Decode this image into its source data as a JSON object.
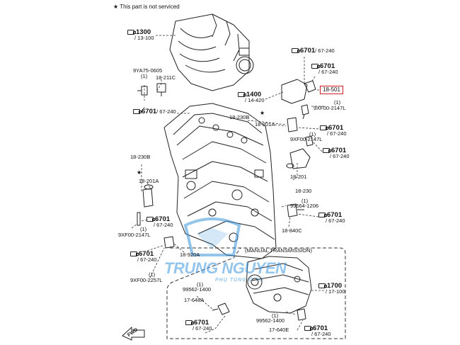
{
  "note": {
    "star": "★",
    "text": "This part is not serviced"
  },
  "parts": {
    "p1300": {
      "num": "1300",
      "sub": "/ 13-100"
    },
    "yg": {
      "ya": "9YA75-0605",
      "n1": "(1)",
      "c211": "18-211C"
    },
    "p6701a": {
      "num": "6701",
      "sub": "/ 67-240"
    },
    "p6701b": {
      "num": "6701",
      "sub": "/ 67-240"
    },
    "p6701c": {
      "num": "6701",
      "sub": "/ 67-240"
    },
    "p501": "18-501",
    "p1400": {
      "num": "1400",
      "sub": "/ 14-420"
    },
    "r2147a": {
      "n1": "(1)",
      "code": "9XF00-2147L"
    },
    "c230b": "18-230B",
    "c201a": "18-201A",
    "p6701d": {
      "num": "6701",
      "sub": "/ 67-240"
    },
    "r2147b": {
      "n1": "(1)",
      "code": "9XF00-2147L"
    },
    "p6701e": {
      "num": "6701",
      "sub": "/ 67-240"
    },
    "l230b": "18-230B",
    "l201a": "18-201A",
    "r201": "18-201",
    "r230": "18-230",
    "p6701f": {
      "num": "6701",
      "sub": "/ 67-240"
    },
    "l2147": {
      "n1": "(1)",
      "code": "9XF00-2147L"
    },
    "r1206": {
      "n1": "(1)",
      "code": "99564-1206"
    },
    "p6701g": {
      "num": "6701",
      "sub": "/ 67-240"
    },
    "r840c": "18-840C",
    "p6701h": {
      "num": "6701",
      "sub": "/ 67-240"
    },
    "m920a": "18-920A",
    "l2257": {
      "n1": "(1)",
      "code": "9XF00-2257L"
    },
    "mt": "(MANUAL TRANSMISSION)",
    "m1400": {
      "n1": "(1)",
      "code": "99562-1400"
    },
    "m648a": "17-648A",
    "p6701i": {
      "num": "6701",
      "sub": "/ 67-240"
    },
    "p1700": {
      "num": "1700",
      "sub": "/ 17-100"
    },
    "m1400b": {
      "n1": "(1)",
      "code": "99562-1400"
    },
    "m640e": "17-640E",
    "p6701j": {
      "num": "6701",
      "sub": "/ 67-240"
    }
  },
  "fwd": "FWD",
  "watermark": {
    "name": "TRUNG NGUYEN",
    "tag": "PHỤ TÙNG Ô TÔ"
  },
  "colors": {
    "highlight": "#d21f26",
    "watermark": "#3c96dc",
    "line": "#222222"
  }
}
